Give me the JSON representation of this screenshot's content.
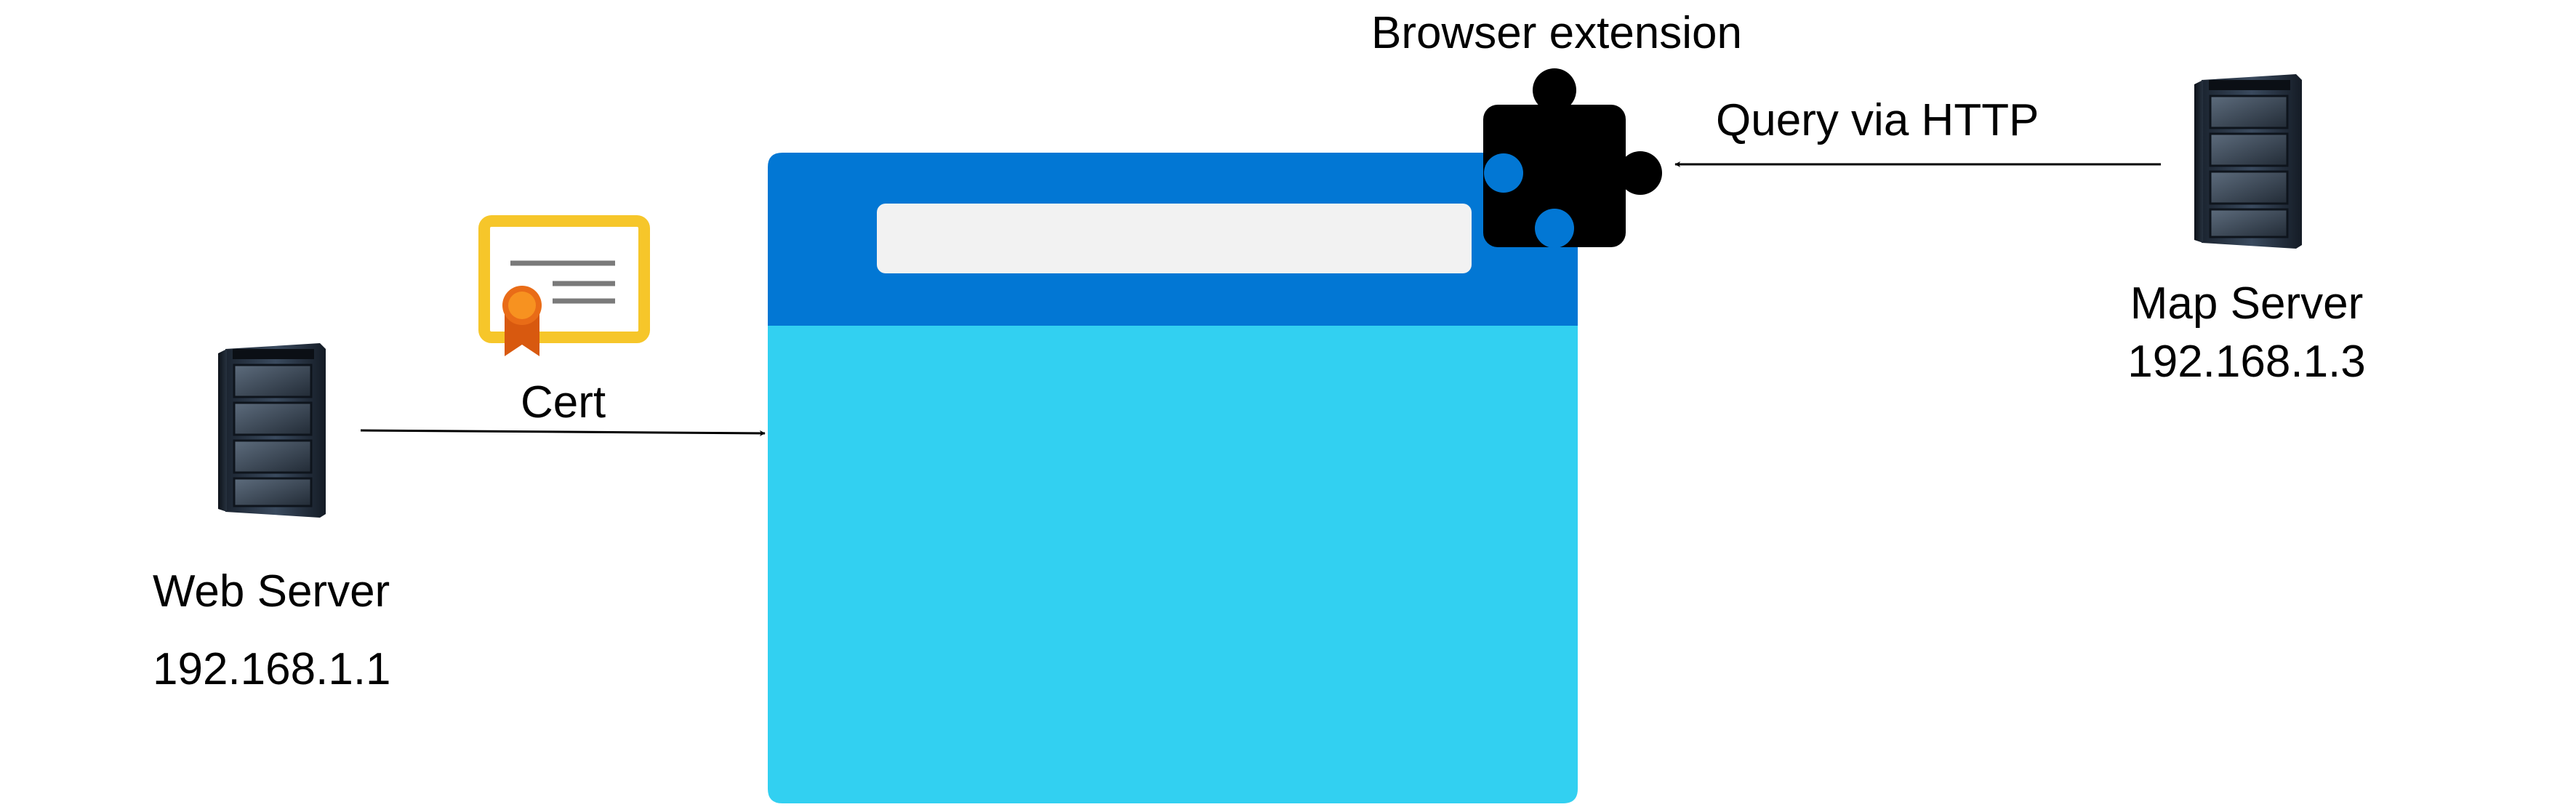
{
  "labels": {
    "browser_extension": "Browser extension",
    "query": "Query via HTTP",
    "cert": "Cert",
    "web_server_name": "Web Server",
    "web_server_ip": "192.168.1.1",
    "map_server_name": "Map Server",
    "map_server_ip": "192.168.1.3"
  },
  "icons": {
    "web_server": "server-rack-icon",
    "map_server": "server-rack-icon",
    "certificate": "certificate-icon",
    "extension": "puzzle-piece-icon",
    "browser": "browser-window-icon"
  },
  "colors": {
    "browser_header": "#0277d4",
    "browser_body": "#32d0f1",
    "address_bar": "#f2f2f2",
    "cert_frame": "#f6c62a",
    "cert_ribbon": "#e96c17",
    "cert_medal": "#f79220",
    "puzzle": "#000000",
    "arrow": "#000000"
  }
}
